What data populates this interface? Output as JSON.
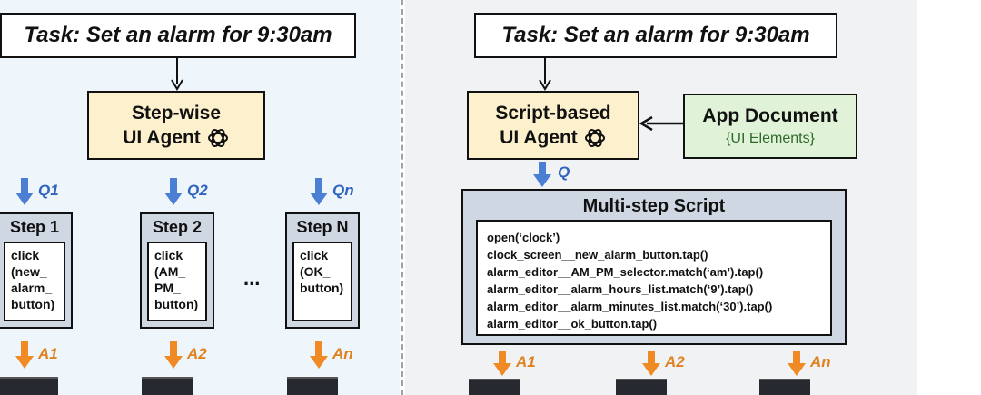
{
  "left": {
    "task": "Task: Set an alarm for 9:30am",
    "agent": {
      "line1": "Step-wise",
      "line2": "UI Agent",
      "logo_icon": "openai-logo-icon"
    },
    "steps": [
      {
        "q": "Q1",
        "title": "Step 1",
        "body": "click\n(new_\nalarm_\nbutton)",
        "a": "A1"
      },
      {
        "q": "Q2",
        "title": "Step 2",
        "body": "click\n(AM_\nPM_\nbutton)",
        "a": "A2"
      },
      {
        "q": "Qn",
        "title": "Step N",
        "body": "click\n(OK_\nbutton)",
        "a": "An"
      }
    ],
    "ellipsis": "..."
  },
  "right": {
    "task": "Task: Set an alarm for 9:30am",
    "agent": {
      "line1": "Script-based",
      "line2": "UI Agent",
      "logo_icon": "openai-logo-icon"
    },
    "doc": {
      "title": "App Document",
      "subtitle": "{UI Elements}"
    },
    "q": "Q",
    "script": {
      "title": "Multi-step Script",
      "lines": [
        "open(‘clock’)",
        "clock_screen__new_alarm_button.tap()",
        "alarm_editor__AM_PM_selector.match(‘am’).tap()",
        "alarm_editor__alarm_hours_list.match(‘9’).tap()",
        "alarm_editor__alarm_minutes_list.match(‘30’).tap()",
        "alarm_editor__ok_button.tap()"
      ]
    },
    "answers": [
      "A1",
      "A2",
      "An"
    ]
  },
  "colors": {
    "query_arrow": "#4a7fd4",
    "answer_arrow": "#f08a24",
    "agent_fill": "#fdf0cd",
    "doc_fill": "#e0f2d8",
    "step_fill": "#cfd7e2"
  }
}
